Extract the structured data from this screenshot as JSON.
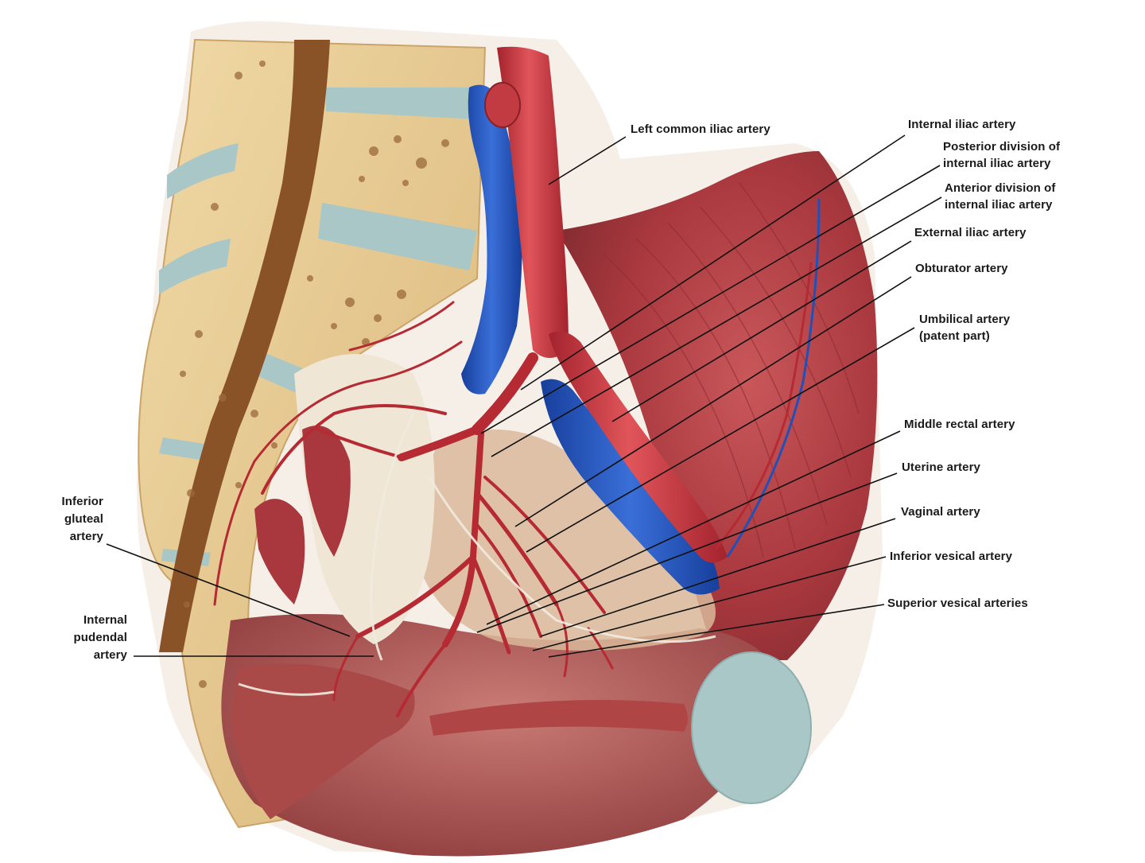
{
  "labels": {
    "left_common_iliac": "Left common iliac artery",
    "internal_iliac": "Internal iliac artery",
    "posterior_division_1": "Posterior division of",
    "posterior_division_2": "internal iliac artery",
    "anterior_division_1": "Anterior division of",
    "anterior_division_2": "internal iliac artery",
    "external_iliac": "External iliac artery",
    "obturator": "Obturator artery",
    "umbilical_1": "Umbilical artery",
    "umbilical_2": "(patent part)",
    "middle_rectal": "Middle rectal artery",
    "uterine": "Uterine artery",
    "vaginal": "Vaginal artery",
    "inferior_vesical": "Inferior vesical artery",
    "superior_vesical": "Superior vesical arteries",
    "inferior_gluteal_1": "Inferior",
    "inferior_gluteal_2": "gluteal",
    "inferior_gluteal_3": "artery",
    "internal_pudendal_1": "Internal",
    "internal_pudendal_2": "pudendal",
    "internal_pudendal_3": "artery"
  },
  "colors": {
    "artery": "#c0303a",
    "vein": "#2150b8",
    "bone": "#e8cf98",
    "muscle": "#b5484c",
    "cartilage": "#a9c7c6",
    "ligament": "#eee6d6"
  }
}
